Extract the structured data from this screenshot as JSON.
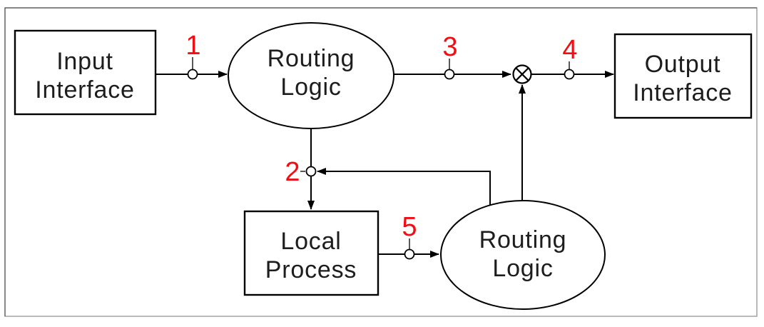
{
  "diagram": {
    "kind": "signal-flow-diagram",
    "background_color": "#ffffff",
    "frame_color": "#8a8a8a",
    "line_color": "#000000",
    "node_text_color": "#1d1d1d",
    "marker_label_color": "#f10d12"
  },
  "nodes": {
    "input_interface": {
      "shape": "rectangle",
      "label": "Input Interface",
      "lines": [
        "Input",
        "Interface"
      ]
    },
    "routing_logic_top": {
      "shape": "ellipse",
      "label": "Routing Logic",
      "lines": [
        "Routing",
        "Logic"
      ]
    },
    "output_interface": {
      "shape": "rectangle",
      "label": "Output Interface",
      "lines": [
        "Output",
        "Interface"
      ]
    },
    "local_process": {
      "shape": "rectangle",
      "label": "Local Process",
      "lines": [
        "Local",
        "Process"
      ]
    },
    "routing_logic_bottom": {
      "shape": "ellipse",
      "label": "Routing Logic",
      "lines": [
        "Routing",
        "Logic"
      ]
    }
  },
  "junction": {
    "symbol": "circled-x"
  },
  "markers": [
    {
      "id": 1,
      "label": "1"
    },
    {
      "id": 2,
      "label": "2"
    },
    {
      "id": 3,
      "label": "3"
    },
    {
      "id": 4,
      "label": "4"
    },
    {
      "id": 5,
      "label": "5"
    }
  ],
  "edges": [
    {
      "from": "input_interface",
      "to": "routing_logic_top",
      "via_marker": "1",
      "arrow": true
    },
    {
      "from": "routing_logic_top",
      "to": "junction",
      "via_marker": "3",
      "arrow": true
    },
    {
      "from": "junction",
      "to": "output_interface",
      "via_marker": "4",
      "arrow": true
    },
    {
      "from": "routing_logic_top",
      "to": "local_process",
      "via_marker": "2",
      "arrow": true
    },
    {
      "from": "routing_logic_bottom",
      "to": "marker_2",
      "arrow": true
    },
    {
      "from": "local_process",
      "to": "routing_logic_bottom",
      "via_marker": "5",
      "arrow": true
    },
    {
      "from": "routing_logic_bottom",
      "to": "junction",
      "arrow": true
    }
  ]
}
